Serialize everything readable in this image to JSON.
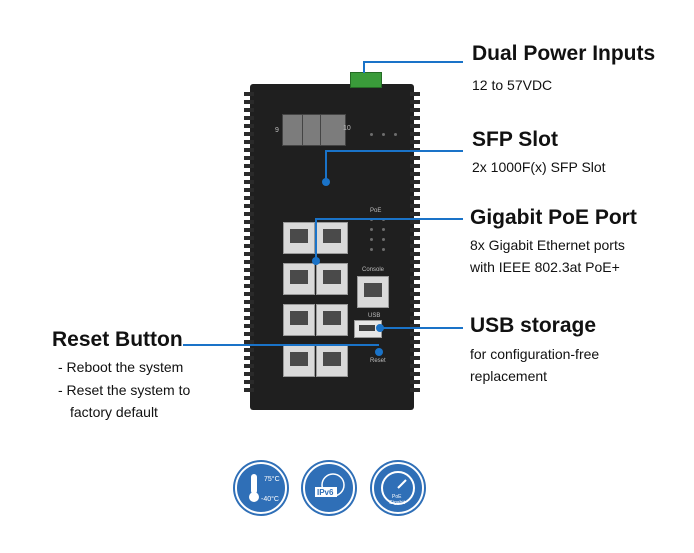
{
  "callouts": {
    "power": {
      "title": "Dual Power Inputs",
      "line1": "12 to 57VDC"
    },
    "sfp": {
      "title": "SFP Slot",
      "line1": "2x 1000F(x) SFP Slot"
    },
    "poe": {
      "title": "Gigabit PoE Port",
      "line1": "8x Gigabit Ethernet ports",
      "line2": "with IEEE 802.3at PoE+"
    },
    "usb": {
      "title": "USB storage",
      "line1": "for configuration-free",
      "line2": "replacement"
    },
    "reset": {
      "title": "Reset Button",
      "line1": "- Reboot the system",
      "line2": "- Reset the system to",
      "line3": "factory default"
    }
  },
  "device_labels": {
    "port9": "9",
    "port10": "10",
    "poe": "PoE",
    "console": "Console",
    "usb": "USB",
    "reset": "Reset"
  },
  "badges": [
    {
      "name": "temperature-badge",
      "top_text": "75°C",
      "bottom_text": "-40°C"
    },
    {
      "name": "ipv6-badge",
      "text": "IPv6"
    },
    {
      "name": "gigabit-poe-badge",
      "text1": "PoE",
      "text2": "Gigabit"
    }
  ],
  "colors": {
    "accent": "#1a73c8",
    "badge": "#2f6fb7",
    "device": "#1f1f1f"
  }
}
